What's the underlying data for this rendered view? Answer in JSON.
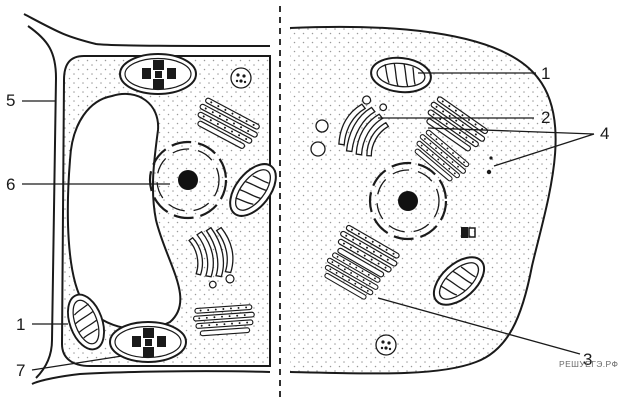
{
  "figure": {
    "watermark": "РЕШУЕГЭ.РФ",
    "left_cell": {
      "labels": [
        {
          "id": "L1",
          "text": "1"
        },
        {
          "id": "L5",
          "text": "5"
        },
        {
          "id": "L6",
          "text": "6"
        },
        {
          "id": "L7",
          "text": "7"
        }
      ]
    },
    "right_cell": {
      "labels": [
        {
          "id": "R1",
          "text": "1"
        },
        {
          "id": "R2",
          "text": "2"
        },
        {
          "id": "R3",
          "text": "3"
        },
        {
          "id": "R4",
          "text": "4"
        }
      ]
    },
    "colors": {
      "stroke": "#1a1a1a",
      "stipple": "#9a9a9a",
      "background": "#ffffff"
    }
  }
}
